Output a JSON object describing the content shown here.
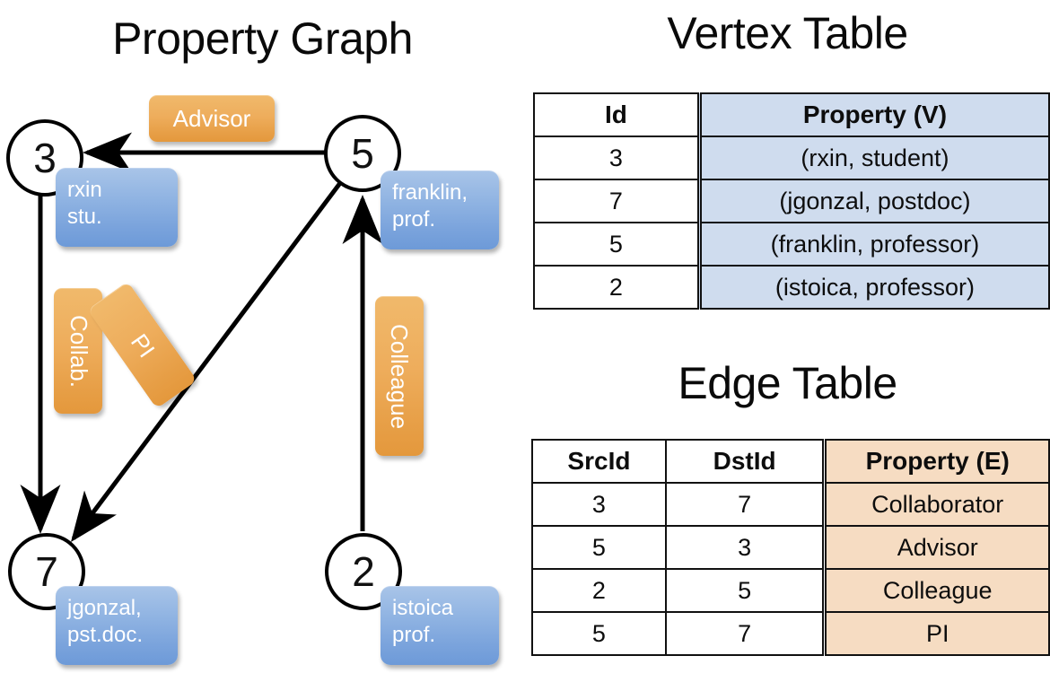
{
  "titles": {
    "property_graph": "Property Graph",
    "vertex_table": "Vertex Table",
    "edge_table": "Edge Table"
  },
  "colors": {
    "vertex_property_fill": "#cfdcee",
    "edge_property_fill": "#f6dcc2",
    "vertex_box_blue": "#7aa3dc",
    "edge_label_orange": "#eead5c",
    "stroke": "#111111",
    "background": "#ffffff"
  },
  "graph": {
    "nodes": [
      {
        "id": "3",
        "label": "3",
        "property_lines": [
          "rxin",
          "stu."
        ]
      },
      {
        "id": "5",
        "label": "5",
        "property_lines": [
          "franklin,",
          "prof."
        ]
      },
      {
        "id": "7",
        "label": "7",
        "property_lines": [
          "jgonzal,",
          "pst.doc."
        ]
      },
      {
        "id": "2",
        "label": "2",
        "property_lines": [
          "istoica",
          "prof."
        ]
      }
    ],
    "edge_labels": {
      "advisor": "Advisor",
      "collab": "Collab.",
      "pi": "PI",
      "colleague": "Colleague"
    },
    "edges": [
      {
        "from": "5",
        "to": "3",
        "label": "Advisor"
      },
      {
        "from": "3",
        "to": "7",
        "label": "Collab."
      },
      {
        "from": "5",
        "to": "7",
        "label": "PI"
      },
      {
        "from": "2",
        "to": "5",
        "label": "Colleague"
      }
    ]
  },
  "vertex_table": {
    "headers": [
      "Id",
      "Property (V)"
    ],
    "rows": [
      {
        "id": "3",
        "property": "(rxin, student)"
      },
      {
        "id": "7",
        "property": "(jgonzal, postdoc)"
      },
      {
        "id": "5",
        "property": "(franklin, professor)"
      },
      {
        "id": "2",
        "property": "(istoica, professor)"
      }
    ]
  },
  "edge_table": {
    "headers": [
      "SrcId",
      "DstId",
      "Property (E)"
    ],
    "rows": [
      {
        "src": "3",
        "dst": "7",
        "property": "Collaborator"
      },
      {
        "src": "5",
        "dst": "3",
        "property": "Advisor"
      },
      {
        "src": "2",
        "dst": "5",
        "property": "Colleague"
      },
      {
        "src": "5",
        "dst": "7",
        "property": "PI"
      }
    ]
  }
}
